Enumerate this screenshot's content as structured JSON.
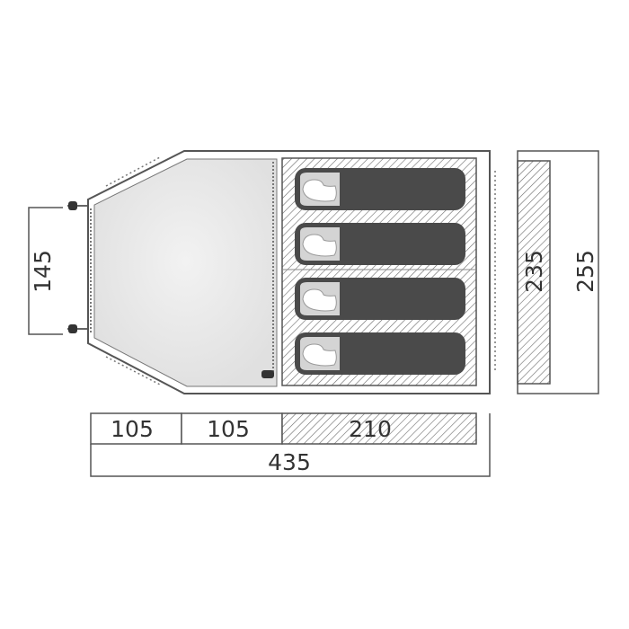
{
  "colors": {
    "outline": "#555555",
    "vestibule_fill": "#e6e6e6",
    "bedroom_fill": "#d9d9d9",
    "sleeping_bag": "#4a4a4a",
    "hatch": "#666666",
    "text": "#333333"
  },
  "dimensions": {
    "vestibule_width": "145",
    "inner_width": "235",
    "outer_width": "255",
    "front_section": "105",
    "middle_section": "105",
    "bedroom_length": "210",
    "total_length": "435"
  },
  "bedroom": {
    "sleeping_places": 4
  }
}
